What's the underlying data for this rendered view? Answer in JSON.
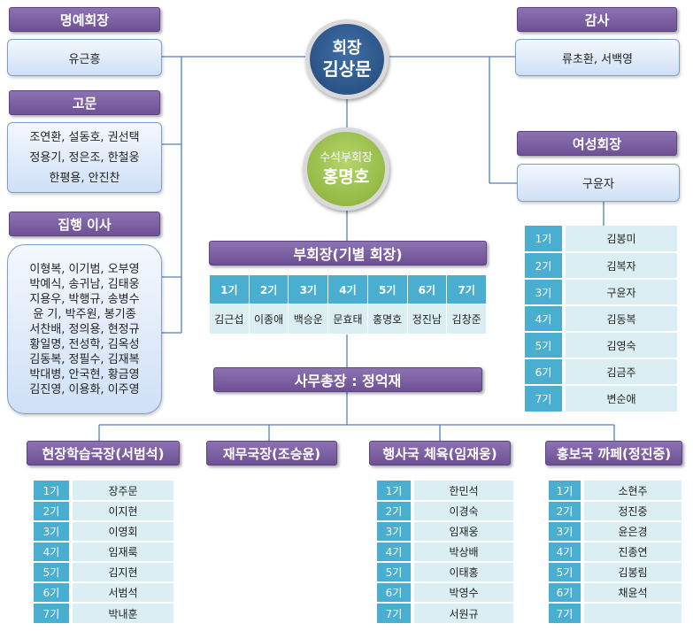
{
  "chairman": {
    "title": "회장",
    "name": "김상문"
  },
  "senior_vp": {
    "title": "수석부회장",
    "name": "홍명호"
  },
  "honorary": {
    "header": "명예회장",
    "names": [
      "유근흥"
    ]
  },
  "advisors": {
    "header": "고문",
    "lines": [
      "조연환, 설동호, 권선택",
      "정용기, 정은조, 한철웅",
      "한평용, 안진찬"
    ]
  },
  "directors": {
    "header": "집행 이사",
    "lines": [
      "이형복, 이기범, 오부영",
      "박예식, 송귀남, 김태웅",
      "지용우, 박행규, 송병수",
      "윤  기, 박주원, 봉기종",
      "서찬배, 정의용, 현정규",
      "황일명, 전성학, 김옥성",
      "김동복, 정필수, 김재복",
      "박대병, 안국현, 황금영",
      "김진영, 이용화, 이주영"
    ]
  },
  "auditor": {
    "header": "감사",
    "names": [
      "류초환, 서백영"
    ]
  },
  "women_chair": {
    "header": "여성회장",
    "name": "구윤자",
    "rows": [
      {
        "gen": "1기",
        "name": "김봉미"
      },
      {
        "gen": "2기",
        "name": "김복자"
      },
      {
        "gen": "3기",
        "name": "구윤자"
      },
      {
        "gen": "4기",
        "name": "김동복"
      },
      {
        "gen": "5기",
        "name": "김영숙"
      },
      {
        "gen": "6기",
        "name": "김금주"
      },
      {
        "gen": "7기",
        "name": "변순애"
      }
    ]
  },
  "vice_chairs": {
    "header": "부회장(기별 회장)",
    "gens": [
      "1기",
      "2기",
      "3기",
      "4기",
      "5기",
      "6기",
      "7기"
    ],
    "names": [
      "김근섭",
      "이종애",
      "백승운",
      "문효태",
      "홍명호",
      "정진남",
      "김창준"
    ]
  },
  "secretary_general": {
    "label": "사무총장 : 정억재"
  },
  "departments": [
    {
      "header": "현장학습국장(서범석)",
      "rows": [
        {
          "gen": "1기",
          "name": "장주문"
        },
        {
          "gen": "2기",
          "name": "이지현"
        },
        {
          "gen": "3기",
          "name": "이영회"
        },
        {
          "gen": "4기",
          "name": "임재룩"
        },
        {
          "gen": "5기",
          "name": "김지현"
        },
        {
          "gen": "6기",
          "name": "서범석"
        },
        {
          "gen": "7기",
          "name": "박내훈"
        }
      ]
    },
    {
      "header": "재무국장(조승윤)",
      "rows": []
    },
    {
      "header": "행사국 체육(임재웅)",
      "rows": [
        {
          "gen": "1기",
          "name": "한민석"
        },
        {
          "gen": "2기",
          "name": "이경숙"
        },
        {
          "gen": "3기",
          "name": "임재웅"
        },
        {
          "gen": "4기",
          "name": "박상배"
        },
        {
          "gen": "5기",
          "name": "이태홍"
        },
        {
          "gen": "6기",
          "name": "박영수"
        },
        {
          "gen": "7기",
          "name": "서원규"
        }
      ]
    },
    {
      "header": "홍보국 까페(정진중)",
      "rows": [
        {
          "gen": "1기",
          "name": "소현주"
        },
        {
          "gen": "2기",
          "name": "정진중"
        },
        {
          "gen": "3기",
          "name": "윤은경"
        },
        {
          "gen": "4기",
          "name": "진종연"
        },
        {
          "gen": "5기",
          "name": "김봉림"
        },
        {
          "gen": "6기",
          "name": "채윤석"
        },
        {
          "gen": "7기",
          "name": ""
        }
      ]
    }
  ],
  "colors": {
    "header_purple": "#7a5fa3",
    "chairman_blue": "#2e5a8c",
    "vp_green": "#9bc24a",
    "gen_blue": "#4aaed0",
    "cell_light": "#dbeef4"
  }
}
